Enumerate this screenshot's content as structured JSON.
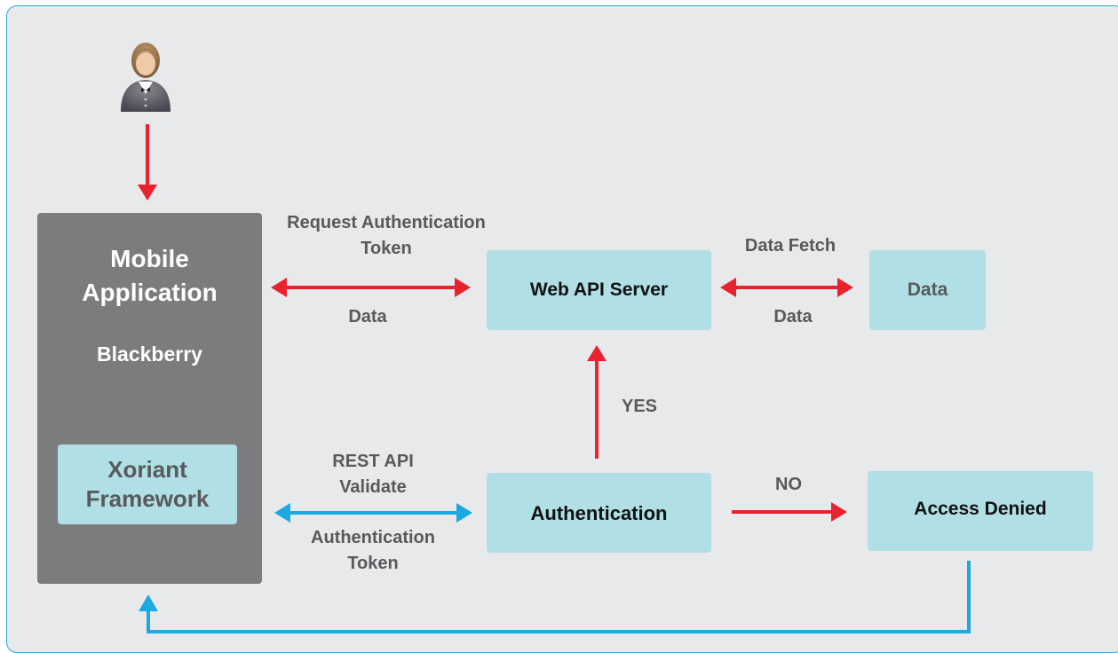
{
  "colors": {
    "frame_border": "#29abe2",
    "frame_bg": "#e8e9eb",
    "node_teal": "#b0dfe5",
    "node_gray": "#7b7c7e",
    "arrow_red": "#e8222e",
    "arrow_blue": "#1ba9e1",
    "text_gray": "#58595b"
  },
  "user": {
    "icon": "user-avatar-icon"
  },
  "mobile_app": {
    "title": "Mobile\nApplication",
    "platform": "Blackberry"
  },
  "framework": {
    "label": "Xoriant\nFramework"
  },
  "web_api": {
    "label": "Web API Server"
  },
  "data_store": {
    "label": "Data"
  },
  "authentication": {
    "label": "Authentication"
  },
  "access_denied": {
    "label": "Access Denied"
  },
  "edges": {
    "request_token": "Request Authentication\nToken",
    "data_to_app": "Data",
    "data_fetch": "Data Fetch",
    "data_from_store": "Data",
    "yes": "YES",
    "rest_validate": "REST API\nValidate",
    "auth_token": "Authentication\nToken",
    "no": "NO"
  }
}
